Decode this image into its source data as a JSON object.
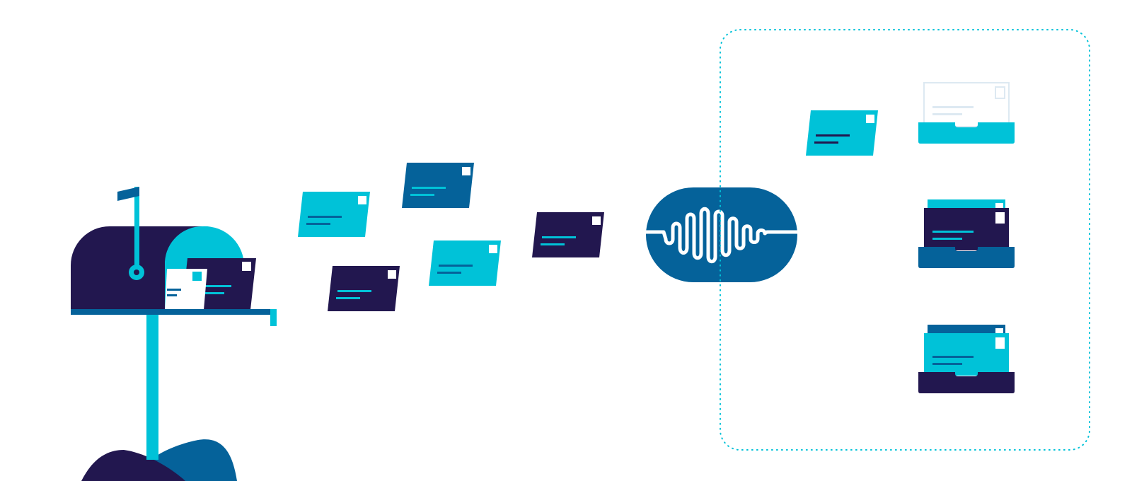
{
  "colors": {
    "navy": "#22174f",
    "teal": "#00c2d8",
    "blue": "#05629a",
    "white": "#ffffff",
    "pale": "#dde9f2",
    "border": "#00c2d8"
  },
  "icons": {
    "mailbox": "mailbox-icon",
    "envelope": "envelope-icon",
    "processor": "waveform-processor-icon",
    "tray": "inbox-tray-icon"
  },
  "flow": {
    "source": "mailbox",
    "processor": "sorting-filter",
    "destination": "sorted-inbox-trays",
    "envelopes_in_transit": 6,
    "trays": [
      {
        "tray_color": "teal",
        "letter_color": "pale",
        "state": "empty"
      },
      {
        "tray_color": "blue",
        "letter_color": "navy",
        "state": "filled"
      },
      {
        "tray_color": "navy",
        "letter_color": "teal",
        "state": "filled"
      }
    ]
  }
}
